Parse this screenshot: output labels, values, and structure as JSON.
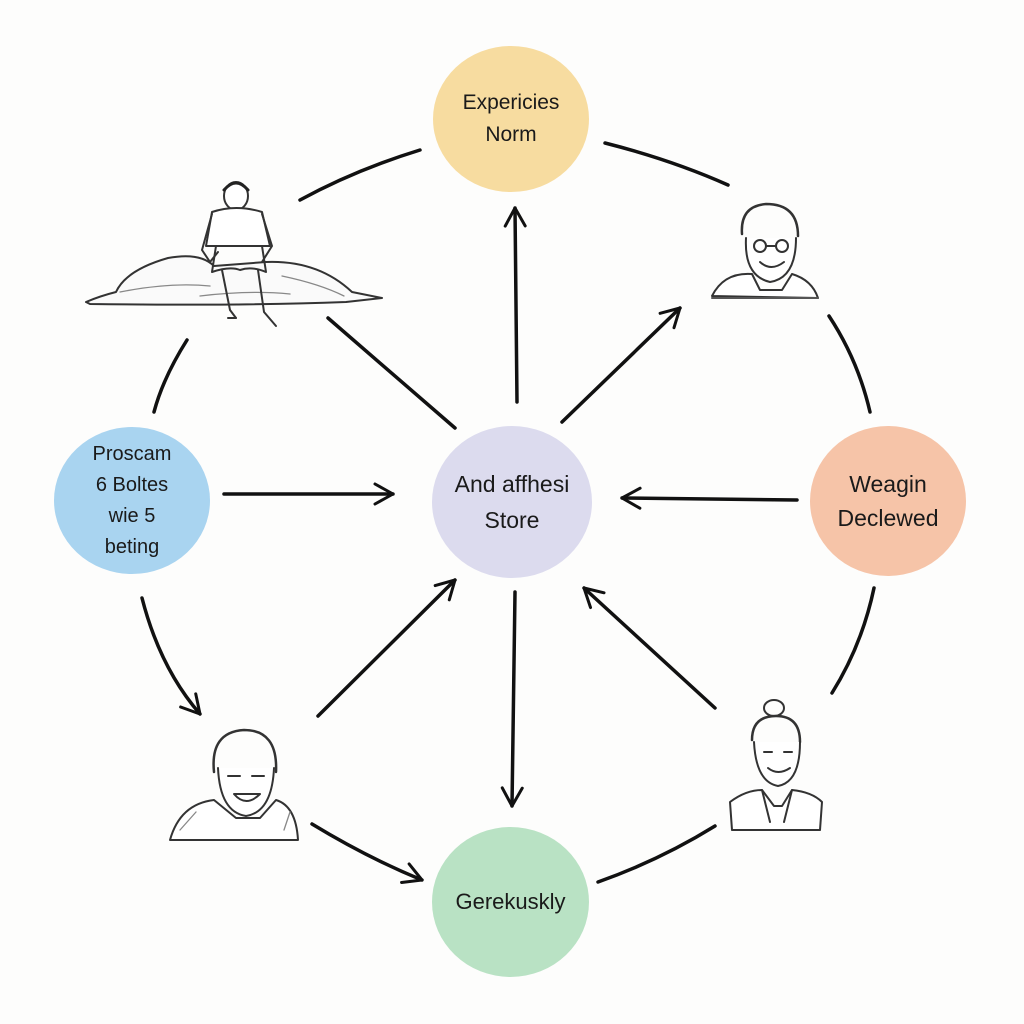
{
  "diagram": {
    "nodes": {
      "top": {
        "label": "Expericies\nNorm",
        "color": "#f7dca0"
      },
      "center": {
        "label": "And affhesi\nStore",
        "color": "#dcdbee"
      },
      "left": {
        "label": "Proscam\n6 Boltes\nwie 5\nbeting",
        "color": "#a9d4f0"
      },
      "right": {
        "label": "Weagin\nDeclewed",
        "color": "#f6c4a8"
      },
      "bottom": {
        "label": "Gerekuskly",
        "color": "#b9e2c4"
      }
    }
  }
}
